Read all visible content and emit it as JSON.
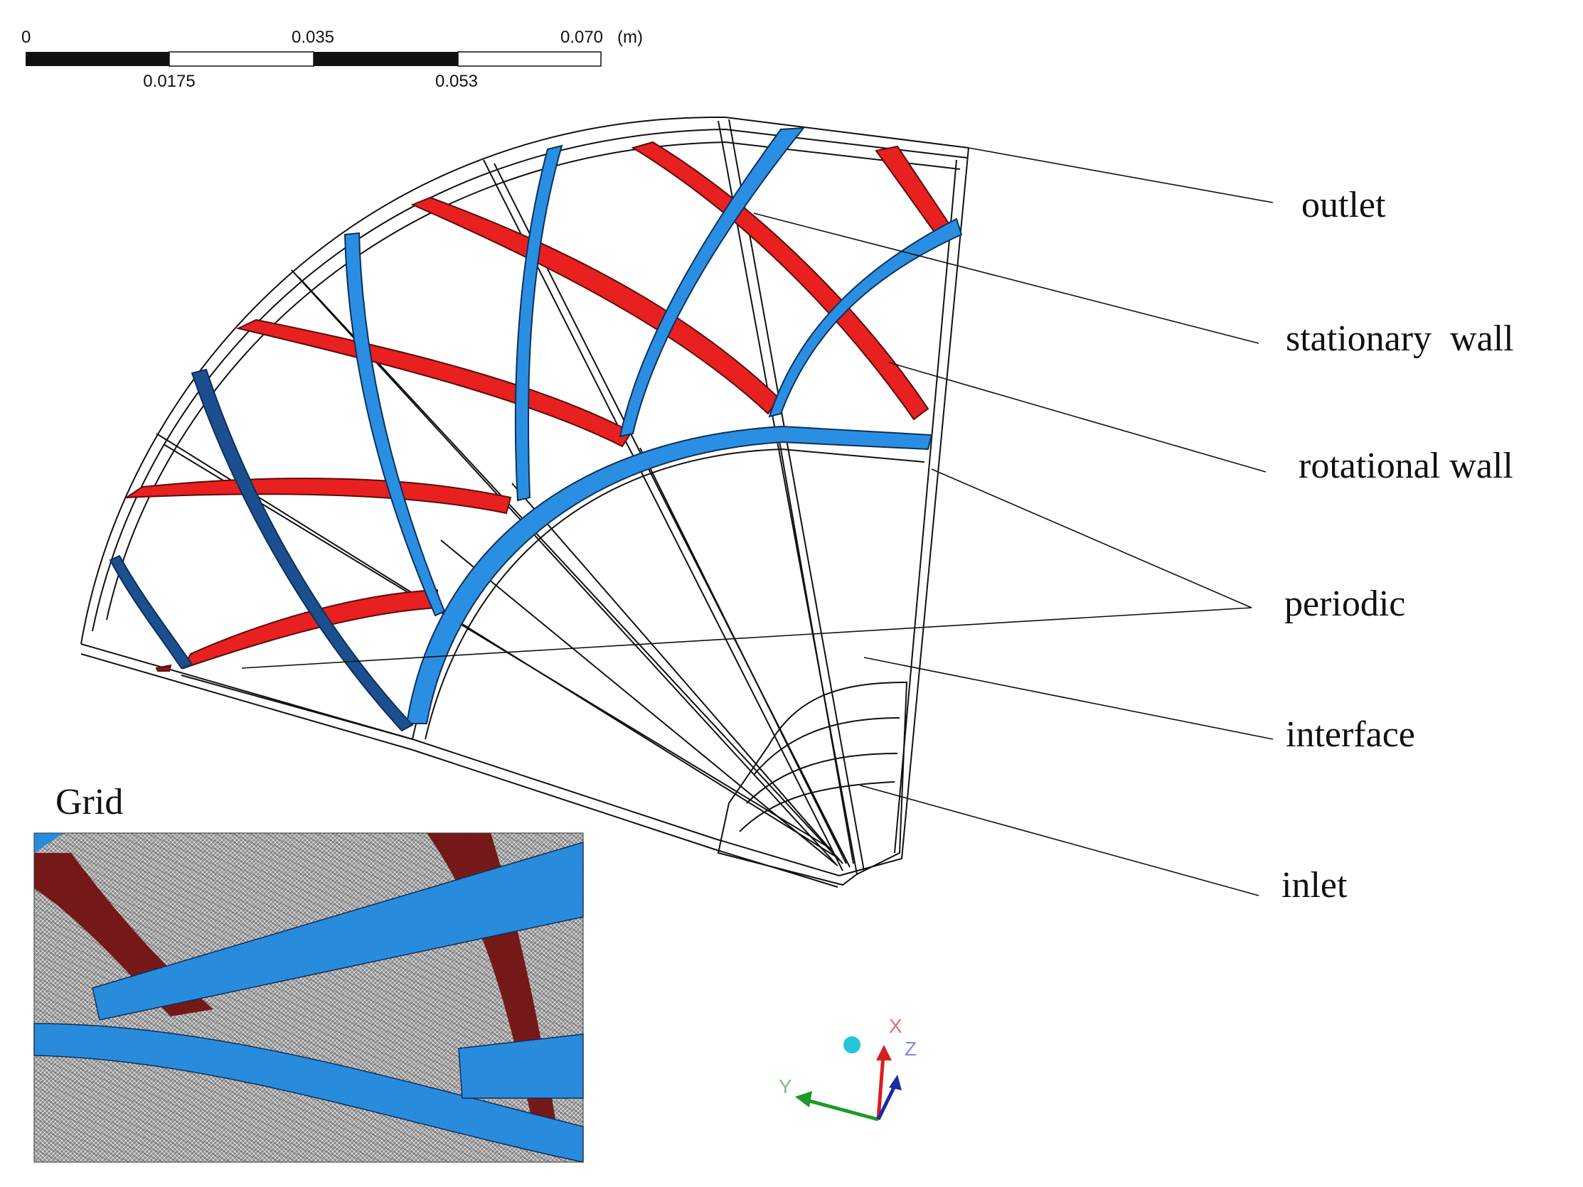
{
  "scale_bar": {
    "top_ticks": [
      "0",
      "0.035",
      "0.070"
    ],
    "unit": "(m)",
    "bottom_ticks": [
      "0.0175",
      "0.053"
    ]
  },
  "labels": {
    "outlet": "outlet",
    "stationary_wall": "stationary  wall",
    "rotational_wall": "rotational wall",
    "periodic": "periodic",
    "interface": "interface",
    "inlet": "inlet"
  },
  "grid_inset": {
    "title": "Grid"
  },
  "axes_triad": {
    "x": "X",
    "y": "Y",
    "z": "Z"
  },
  "colors": {
    "stationary_blade": "#e8201f",
    "rotating_blade": "#2a8fe2",
    "rotating_blade_dark": "#1c4f8f",
    "outline": "#111111",
    "mesh_background": "#7a7a7a",
    "axis_x": "#d42020",
    "axis_y": "#1a9a2a",
    "axis_z": "#1a2aa8",
    "origin_dot": "#22c6d6"
  }
}
